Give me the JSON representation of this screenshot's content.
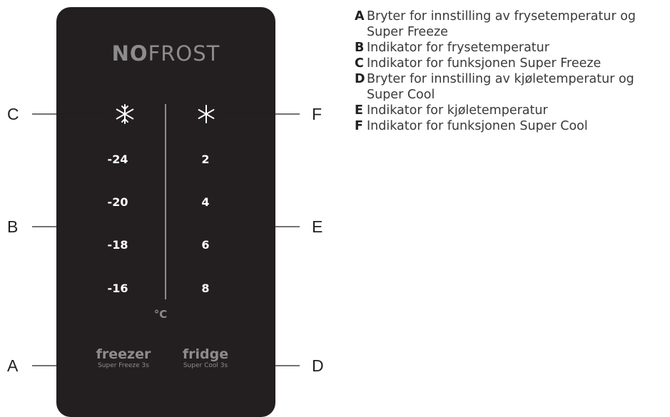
{
  "panel": {
    "brand_bold": "NO",
    "brand_light": "FROST",
    "unit": "°C",
    "freezer_temps": [
      "-24",
      "-20",
      "-18",
      "-16"
    ],
    "fridge_temps": [
      "2",
      "4",
      "6",
      "8"
    ],
    "freezer_button": {
      "label": "freezer",
      "sub": "Super Freeze 3s"
    },
    "fridge_button": {
      "label": "fridge",
      "sub": "Super Cool 3s"
    }
  },
  "callouts": {
    "a": "A",
    "b": "B",
    "c": "C",
    "d": "D",
    "e": "E",
    "f": "F"
  },
  "legend": [
    {
      "key": "A",
      "text": "Bryter for innstilling av frysetemperatur og Super Freeze"
    },
    {
      "key": "B",
      "text": "Indikator for frysetemperatur"
    },
    {
      "key": "C",
      "text": "Indikator for funksjonen Super Freeze"
    },
    {
      "key": "D",
      "text": "Bryter for innstilling av kjøletemperatur og Super Cool"
    },
    {
      "key": "E",
      "text": "Indikator for kjøletemperatur"
    },
    {
      "key": "F",
      "text": "Indikator for funksjonen Super Cool"
    }
  ]
}
